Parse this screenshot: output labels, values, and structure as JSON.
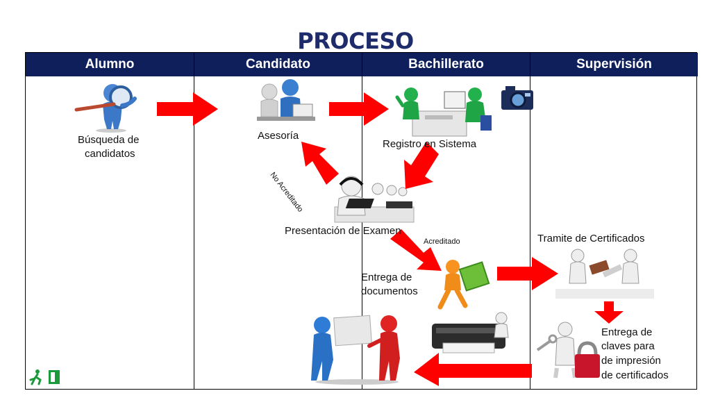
{
  "title": "PROCESO",
  "lanes": [
    "Alumno",
    "Candidato",
    "Bachillerato",
    "Supervisión"
  ],
  "steps": {
    "busqueda_line1": "Búsqueda de",
    "busqueda_line2": "candidatos",
    "asesoria": "Asesoría",
    "registro": "Registro en Sistema",
    "examen": "Presentación de Examen",
    "entrega_doc_line1": "Entrega de",
    "entrega_doc_line2": "documentos",
    "tramite": "Tramite de Certificados",
    "claves_line1": "Entrega de",
    "claves_line2": "claves para",
    "claves_line3": "de impresión",
    "claves_line4": "de certificados"
  },
  "flow_labels": {
    "no_acreditado": "No Acreditado",
    "acreditado": "Acreditado"
  },
  "colors": {
    "title": "#1f2c6b",
    "lane_header": "#0e1f5c",
    "arrow": "#ff0000"
  }
}
